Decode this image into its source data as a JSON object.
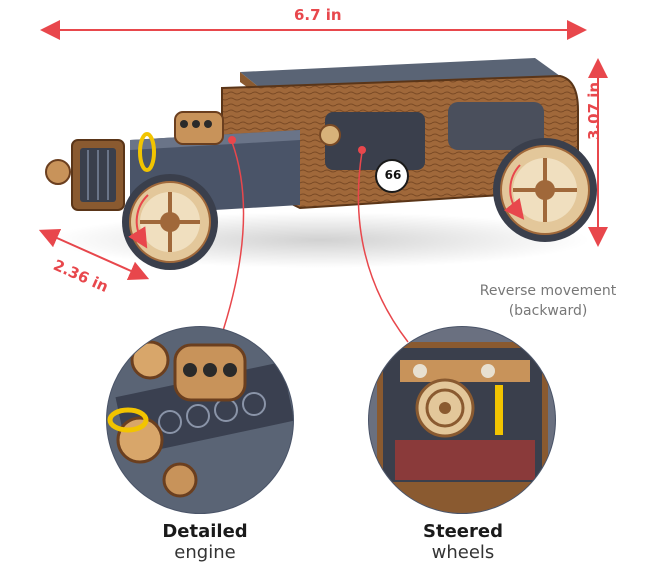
{
  "dimensions": {
    "length": "6.7 in",
    "height": "3.07 in",
    "width": "2.36 in"
  },
  "movement_note": {
    "line1": "Reverse movement",
    "line2": "(backward)"
  },
  "car_number": "66",
  "features": [
    {
      "title": "Detailed",
      "subtitle": "engine"
    },
    {
      "title": "Steered",
      "subtitle": "wheels"
    }
  ],
  "colors": {
    "accent": "#e8474c",
    "wood": "#a0683a",
    "wood_dark": "#6b3f1f",
    "plywood_light": "#e3c79a",
    "engine_blue": "#4a5468",
    "yellow_band": "#f2c400"
  }
}
